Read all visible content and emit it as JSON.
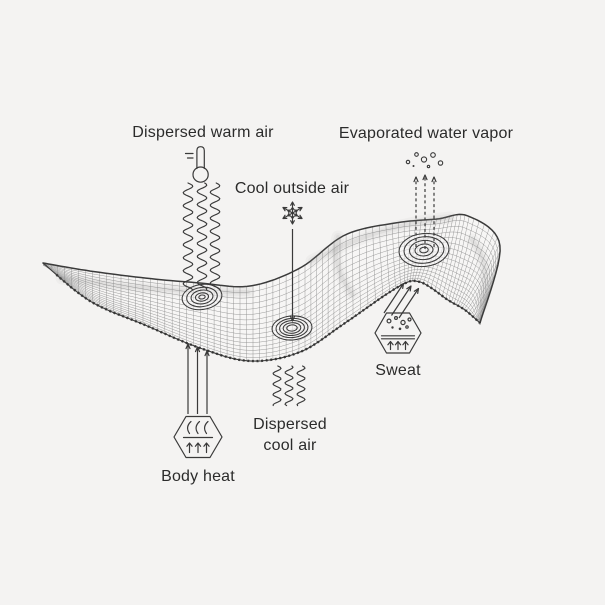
{
  "colors": {
    "bg": "#f4f3f2",
    "paper": "#f7f6f5",
    "ink": "#3a3a3a",
    "mesh": "#909090",
    "stitch": "#2e2e2e",
    "text": "#2b2b2b"
  },
  "labels": {
    "dispersed_warm_air": "Dispersed warm air",
    "evaporated_water_vapor": "Evaporated water vapor",
    "cool_outside_air": "Cool outside air",
    "sweat": "Sweat",
    "dispersed_cool_air": {
      "line1": "Dispersed",
      "line2": "cool air"
    },
    "body_heat": "Body heat"
  },
  "icons": {
    "thermometer": "thermometer-icon",
    "snowflake": "snowflake-icon",
    "water_vapor_dots": "vapor-dots-icon",
    "sweat_hexagon": "sweat-droplets-hexagon-icon",
    "body_heat_hexagon": "body-heat-waves-hexagon-icon",
    "warm_air_flow": "squiggle-lines-down-through-fabric",
    "cool_air_flow": "squiggle-lines-below-fabric",
    "vapor_flow": "dashed-up-arrows",
    "sweat_flow": "solid-up-arrows",
    "body_heat_flow": "solid-up-arrows",
    "cool_air_pointer": "solid-down-arrow"
  }
}
